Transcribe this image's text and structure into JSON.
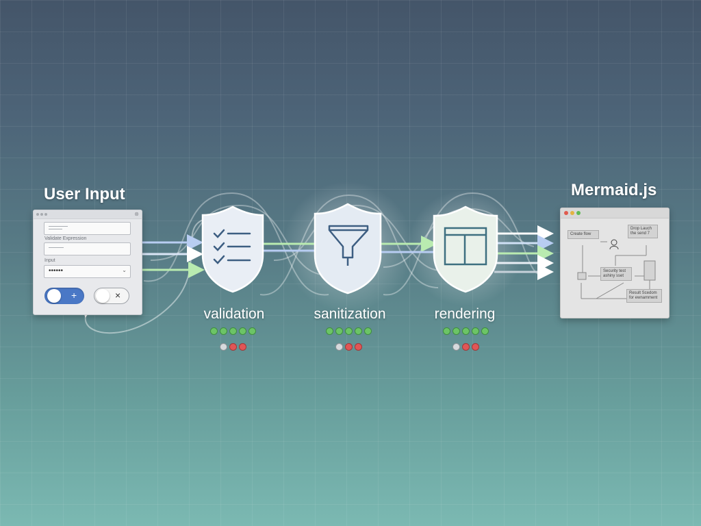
{
  "input_panel": {
    "title": "User Input",
    "field_label_1": "Validate Expression",
    "field_label_2": "Input",
    "password_value": "••••••",
    "toggle_on_glyph": "+",
    "toggle_off_glyph": "×"
  },
  "stages": [
    {
      "label": "validation",
      "icon": "checklist-icon",
      "status": {
        "pass": 5,
        "neutral": 1,
        "fail": 2
      }
    },
    {
      "label": "sanitization",
      "icon": "funnel-icon",
      "status": {
        "pass": 5,
        "neutral": 1,
        "fail": 2
      }
    },
    {
      "label": "rendering",
      "icon": "window-layout-icon",
      "status": {
        "pass": 5,
        "neutral": 1,
        "fail": 2
      }
    }
  ],
  "output_panel": {
    "title": "Mermaid.js",
    "nodes": [
      "Create flow",
      "Drop Lauch the send 7",
      "Security test ashiny sset",
      "Result Scedom for ewnamment"
    ]
  },
  "colors": {
    "pass": "#6cc466",
    "fail": "#e05656",
    "neutral": "#d7dadd",
    "flow_blue": "#b8cdf2",
    "flow_green": "#b9ebb0",
    "toggle_on": "#4a78c6"
  }
}
